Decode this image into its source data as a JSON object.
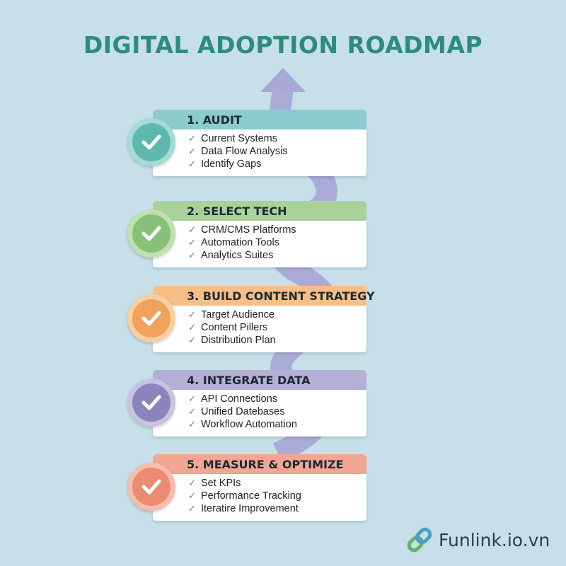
{
  "title": "DIGITAL ADOPTION ROADMAP",
  "steps": [
    {
      "title": "1. AUDIT",
      "items": [
        "Current Systems",
        "Data Flow Analysis",
        "Identify Gaps"
      ]
    },
    {
      "title": "2. SELECT TECH",
      "items": [
        "CRM/CMS Platforms",
        "Automation Tools",
        "Analytics Suites"
      ]
    },
    {
      "title": "3. BUILD CONTENT STRATEGY",
      "items": [
        "Target Audience",
        "Content Pillers",
        "Distribution Plan"
      ]
    },
    {
      "title": "4. INTEGRATE DATA",
      "items": [
        "API Connections",
        "Unified Datebases",
        "Workflow Automation"
      ]
    },
    {
      "title": "5. MEASURE & OPTIMIZE",
      "items": [
        "Set KPIs",
        "Performance Tracking",
        "Iteratire Improvement"
      ]
    }
  ],
  "check_glyph": "✓",
  "brand": {
    "name": "Funlink.io.vn",
    "icon": "link-icon"
  },
  "colors": {
    "background": "#c6dfe8",
    "title": "#2d8c7d",
    "path_arrow": "#a9a8d6",
    "step_colors": [
      "#8ccccf",
      "#a9d29a",
      "#f7bf86",
      "#b6b0d6",
      "#f2a793"
    ]
  }
}
